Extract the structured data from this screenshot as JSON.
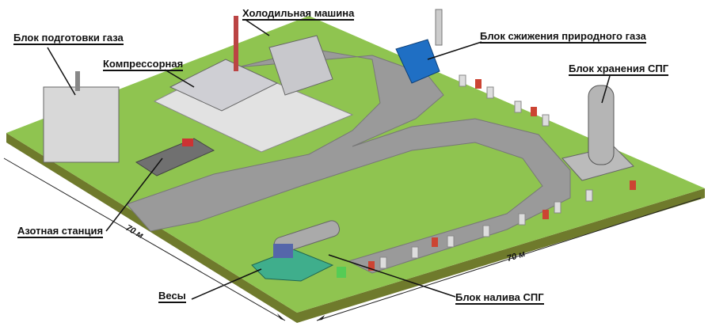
{
  "labels": {
    "gas_prep": "Блок подготовки газа",
    "compressor": "Компрессорная",
    "chiller": "Холодильная машина",
    "liquefaction": "Блок сжижения природного газа",
    "storage": "Блок хранения СПГ",
    "nitrogen": "Азотная станция",
    "scales": "Весы",
    "loading": "Блок налива СПГ"
  },
  "dimensions": {
    "left": "70 м",
    "right": "70 м"
  },
  "colors": {
    "grass": "#8fc450",
    "edge": "#6f7a2c",
    "road": "#9a9a9a",
    "building": "#d6d6d6",
    "liquefaction": "#1f6fc4",
    "scales": "#3fae8c"
  }
}
